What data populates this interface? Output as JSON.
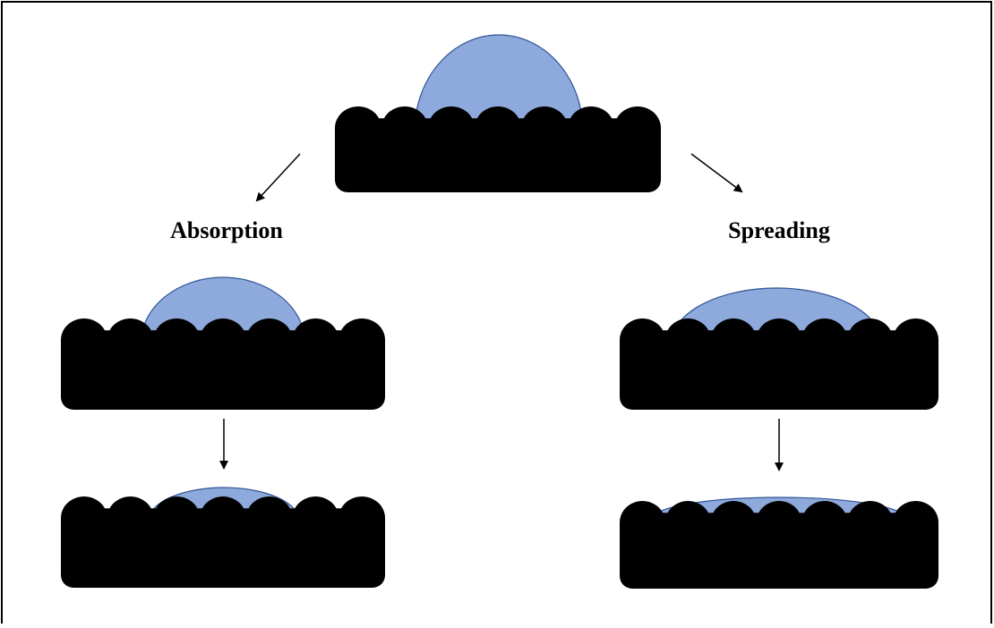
{
  "labels": {
    "absorption": "Absorption",
    "spreading": "Spreading"
  },
  "colors": {
    "droplet_fill": "#8eaadc",
    "droplet_stroke": "#2f5597",
    "substrate": "#000000",
    "frame": "#000000",
    "background": "#ffffff"
  },
  "panels": [
    {
      "name": "initial-state",
      "description_label": ""
    },
    {
      "name": "absorption-intermediate"
    },
    {
      "name": "absorption-final"
    },
    {
      "name": "spreading-intermediate"
    },
    {
      "name": "spreading-final"
    }
  ]
}
